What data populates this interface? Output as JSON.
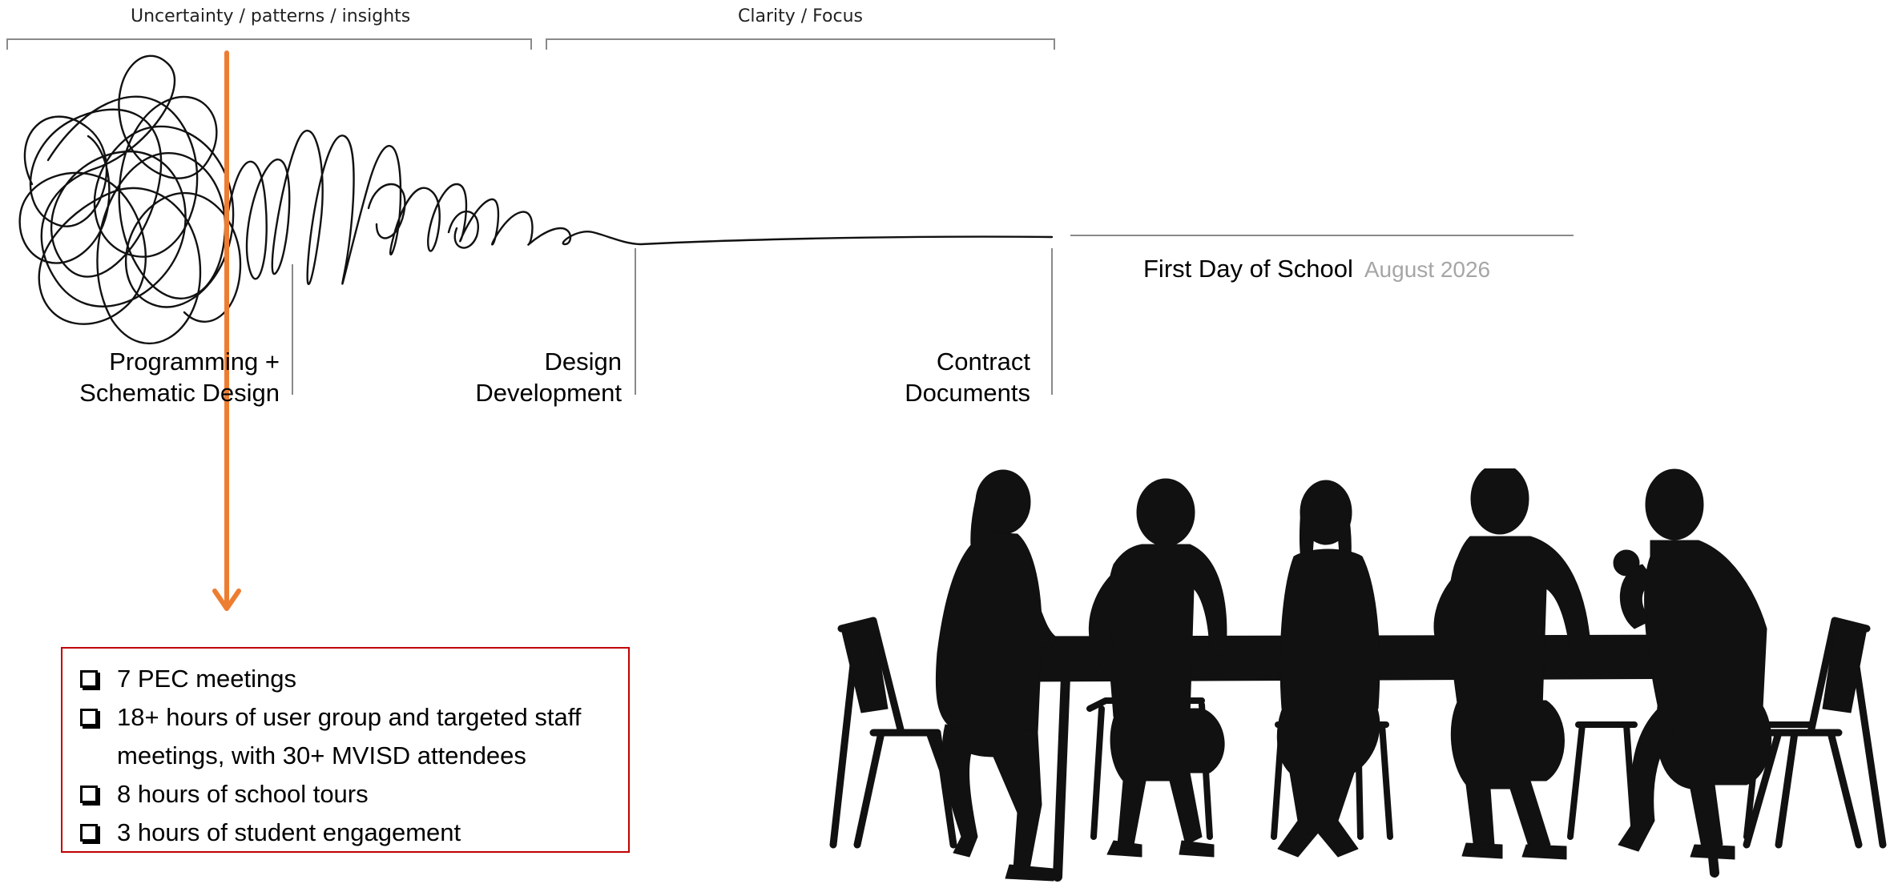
{
  "phases": {
    "uncertainty": "Uncertainty / patterns / insights",
    "clarity": "Clarity / Focus"
  },
  "stages": [
    {
      "line1": "Programming +",
      "line2": "Schematic Design"
    },
    {
      "line1": "Design",
      "line2": "Development"
    },
    {
      "line1": "Contract",
      "line2": "Documents"
    }
  ],
  "milestone": {
    "label": "First Day of School",
    "date": "August 2026"
  },
  "checklist": {
    "items": [
      "7 PEC meetings",
      "18+ hours of user group and targeted staff meetings, with 30+ MVISD attendees",
      "8 hours of school tours",
      "3 hours of student engagement"
    ]
  },
  "colors": {
    "arrow": "#ed7d31",
    "box_border": "#c00000",
    "date_text": "#a6a6a6",
    "rule": "#8a8a8a"
  },
  "icons": {
    "arrow": "down-arrow-icon",
    "checkbox": "checkbox-icon",
    "people": "meeting-silhouette-icon"
  }
}
